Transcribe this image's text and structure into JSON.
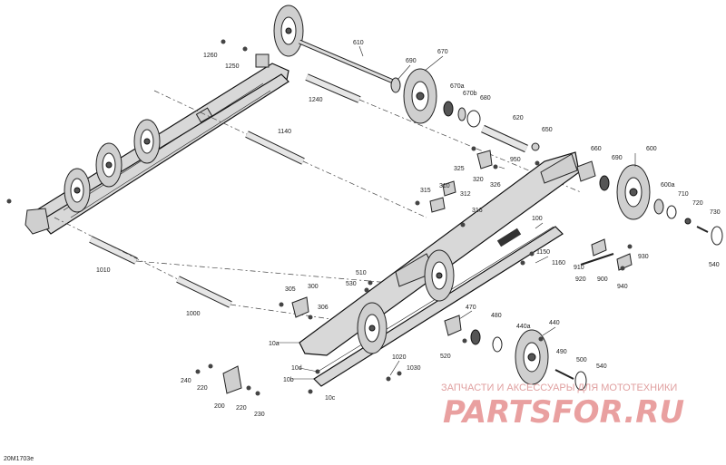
{
  "diagram_code": "20M1703e",
  "watermark": {
    "tagline": "ЗАПЧАСТИ И АКСЕССУАРЫ ДЛЯ МОТОТЕХНИКИ",
    "brand": "PARTSFOR.RU"
  },
  "callouts": {
    "c610": "610",
    "c690a": "690",
    "c670": "670",
    "c1260": "1260",
    "c1250": "1250",
    "c1240": "1240",
    "c670a": "670a",
    "c670b": "670b",
    "c680": "680",
    "c620": "620",
    "c650": "650",
    "c1140": "1140",
    "c325": "325",
    "c320": "320",
    "c950": "950",
    "c326": "326",
    "c660": "660",
    "c690b": "690",
    "c600": "600",
    "c600a": "600a",
    "c710": "710",
    "c720": "720",
    "c730": "730",
    "c315": "315",
    "c310": "310",
    "c312": "312",
    "c316": "316",
    "c100": "100",
    "c1010": "1010",
    "c1150": "1150",
    "c1160": "1160",
    "c910": "910",
    "c930": "930",
    "c920": "920",
    "c900": "900",
    "c940": "940",
    "c540a": "540",
    "c510": "510",
    "c530": "530",
    "c305": "305",
    "c300": "300",
    "c306": "306",
    "c1000": "1000",
    "c470": "470",
    "c480": "480",
    "c440a": "440a",
    "c440": "440",
    "c520": "520",
    "c10a": "10a",
    "c490": "490",
    "c500": "500",
    "c540b": "540",
    "c1020": "1020",
    "c1030": "1030",
    "c10d": "10d",
    "c10b": "10b",
    "c10c": "10c",
    "c240": "240",
    "c220a": "220",
    "c200": "200",
    "c220b": "220",
    "c230": "230"
  }
}
